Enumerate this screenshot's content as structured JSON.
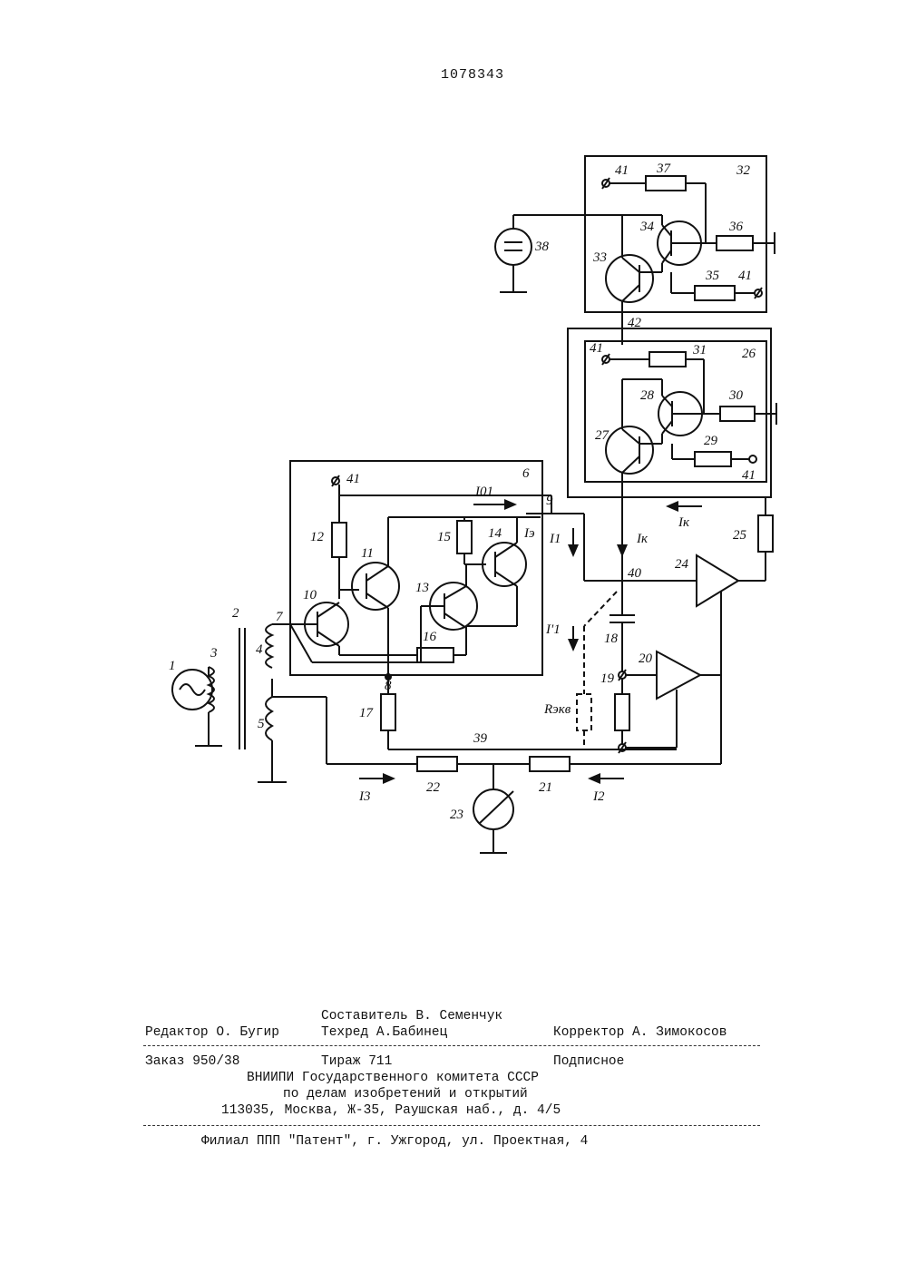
{
  "document": {
    "patent_number": "1078343"
  },
  "diagram": {
    "labels": {
      "n1": "1",
      "n2": "2",
      "n3": "3",
      "n4": "4",
      "n5": "5",
      "n6": "6",
      "n7": "7",
      "n8": "8",
      "n9": "9",
      "n10": "10",
      "n11": "11",
      "n12": "12",
      "n13": "13",
      "n14": "14",
      "n15": "15",
      "n16": "16",
      "n17": "17",
      "n18": "18",
      "n19": "19",
      "n20": "20",
      "n21": "21",
      "n22": "22",
      "n23": "23",
      "n24": "24",
      "n25": "25",
      "n26": "26",
      "n27": "27",
      "n28": "28",
      "n29": "29",
      "n30": "30",
      "n31": "31",
      "n32": "32",
      "n33": "33",
      "n34": "34",
      "n35": "35",
      "n36": "36",
      "n37": "37",
      "n38": "38",
      "n39": "39",
      "n40": "40",
      "n41": "41",
      "n42": "42",
      "i01": "I01",
      "i1": "I1",
      "i1prime": "I'1",
      "ik": "Iк",
      "i2": "I2",
      "i3": "I3",
      "ie": "Iэ",
      "rekv": "Rэкв"
    }
  },
  "imprint": {
    "compiler": "Составитель В. Семенчук",
    "editor": "Редактор О. Бугир",
    "techred": "Техред А.Бабинец",
    "corrector": "Корректор А. Зимокосов",
    "order": "Заказ 950/38",
    "circulation": "Тираж 711",
    "subscription": "Подписное",
    "org_line1": "ВНИИПИ Государственного комитета СССР",
    "org_line2": "по делам изобретений и открытий",
    "address": "113035, Москва, Ж-35, Раушская наб., д. 4/5",
    "branch": "Филиал ППП \"Патент\", г. Ужгород, ул. Проектная, 4"
  }
}
